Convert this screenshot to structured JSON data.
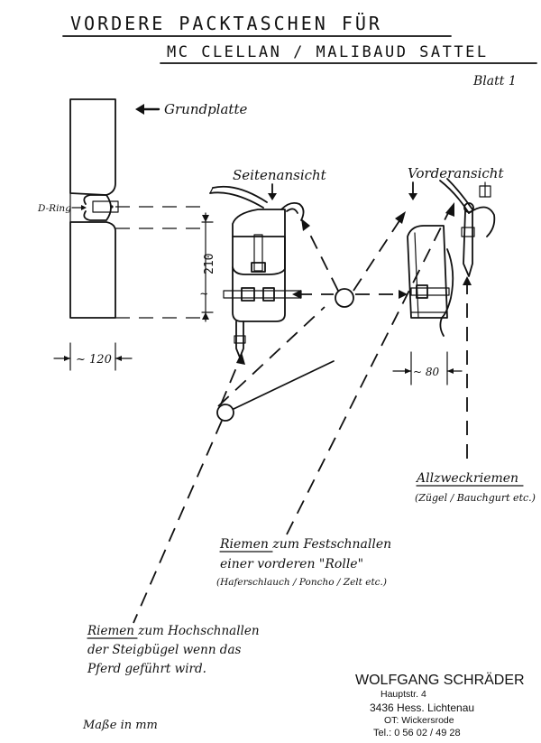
{
  "title": {
    "line1": "VORDERE PACKTASCHEN FÜR",
    "line2": "MC CLELLAN / MALIBAUD SATTEL",
    "sheet": "Blatt 1"
  },
  "labels": {
    "grundplatte": "Grundplatte",
    "d_ring": "D-Ring",
    "seitenansicht": "Seitenansicht",
    "vorderansicht": "Vorderansicht"
  },
  "dimensions": {
    "width": "~ 120",
    "height": "210",
    "approx": "~",
    "depth": "~ 80"
  },
  "notes": {
    "allzweck_title": "Allzweckriemen",
    "allzweck_sub": "(Zügel / Bauchgurt etc.)",
    "rolle_line1": "Riemen zum Festschnallen",
    "rolle_line2": "einer vorderen \"Rolle\"",
    "rolle_line3": "(Haferschlauch / Poncho / Zelt etc.)",
    "steig_line1": "Riemen zum Hochschnallen",
    "steig_line2": "der Steigbügel wenn das",
    "steig_line3": "Pferd geführt wird.",
    "units": "Maße in mm"
  },
  "stamp": {
    "name": "WOLFGANG SCHRÄDER",
    "street": "Hauptstr. 4",
    "city": "3436 Hess. Lichtenau",
    "ot": "OT: Wickersrode",
    "tel": "Tel.: 0 56 02 / 49 28"
  }
}
